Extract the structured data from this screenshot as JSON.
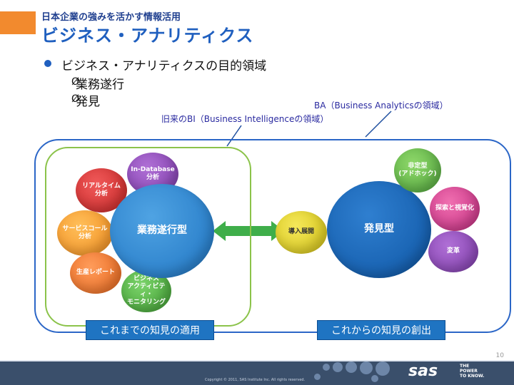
{
  "header": {
    "subtitle": "日本企業の強みを活かす情報活用",
    "title": "ビジネス・アナリティクス"
  },
  "bullets": {
    "main": "ビジネス・アナリティクスの目的領域",
    "items": [
      "業務遂行",
      "発見"
    ],
    "arrow_glyph": "Ø"
  },
  "labels": {
    "ba": "BA（Business Analyticsの領域）",
    "bi": "旧来のBI（Business Intelligenceの領域）"
  },
  "circles": {
    "inDatabase": "In-Database\n分析",
    "realtime": "リアルタイム\n分析",
    "service": "サービスコール\n分析",
    "production": "生産レポート",
    "bam": "ビジネス\nアクティビティ・\nモニタリング",
    "operational": "業務遂行型",
    "deploy": "導入展開",
    "discovery": "発見型",
    "unstructured": "非定型\n(アドホック)",
    "explore": "探索と視覚化",
    "change": "変革"
  },
  "bottom_boxes": {
    "left": "これまでの知見の適用",
    "right": "これからの知見の創出"
  },
  "footer": {
    "page_number": "10",
    "copyright": "Copyright © 2011, SAS Institute Inc. All rights reserved.",
    "logo": "sas",
    "tagline": "THE\nPOWER\nTO KNOW."
  },
  "colors": {
    "accent": "#f28a2e",
    "title_blue": "#1f5fbf",
    "ba_border": "#2b66c7",
    "bi_border": "#8bc34a",
    "arrow_green": "#4caf50"
  }
}
